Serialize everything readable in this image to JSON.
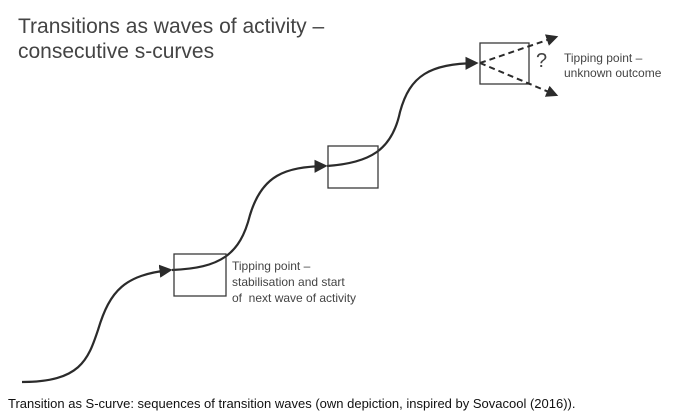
{
  "diagram": {
    "title_lines": [
      "Transitions as waves of activity –",
      "consecutive s-curves"
    ],
    "middle_note_lines": [
      "Tipping point –",
      "stabilisation and start",
      "of  next wave of activity"
    ],
    "top_note_lines": [
      "Tipping point –",
      "unknown outcome"
    ],
    "question_mark": "?"
  },
  "caption": "Transition as S-curve: sequences of transition waves (own depiction, inspired by Sovacool (2016))."
}
